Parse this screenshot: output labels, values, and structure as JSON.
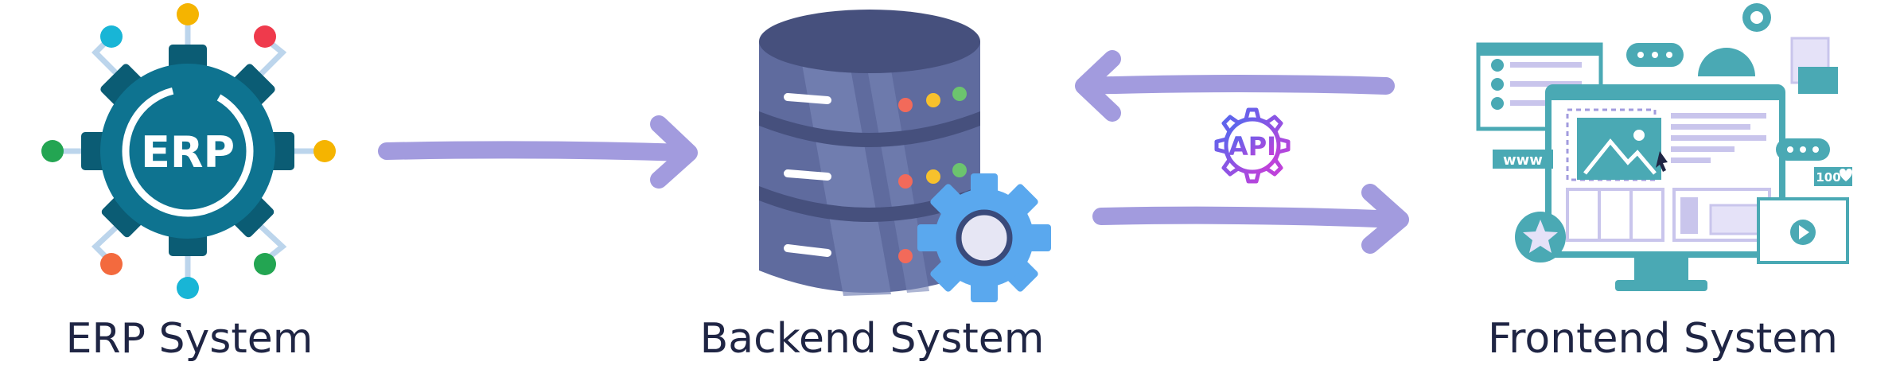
{
  "colors": {
    "arrow": "#a29bde",
    "erp_gear": "#0e7390",
    "erp_gear_dark": "#0b5c74",
    "db_body": "#5f6b9e",
    "db_dark": "#46507d",
    "db_gear": "#5aa8ee",
    "frontend_teal": "#4aa9b4",
    "api_gradient_start": "#4b6cf0",
    "api_gradient_end": "#d23ad6",
    "label": "#1f2544"
  },
  "nodes": {
    "erp": {
      "label": "ERP System",
      "badge": "ERP",
      "icon": "erp-gear-icon"
    },
    "backend": {
      "label": "Backend System",
      "icon": "database-server-icon"
    },
    "frontend": {
      "label": "Frontend System",
      "icon": "website-monitor-icon",
      "www_text": "www",
      "likes_text": "100"
    }
  },
  "api": {
    "label": "API",
    "icon": "api-gear-icon"
  },
  "edges": [
    {
      "from": "erp",
      "to": "backend",
      "direction": "right"
    },
    {
      "from": "frontend",
      "to": "backend",
      "direction": "left"
    },
    {
      "from": "backend",
      "to": "frontend",
      "direction": "right"
    }
  ]
}
